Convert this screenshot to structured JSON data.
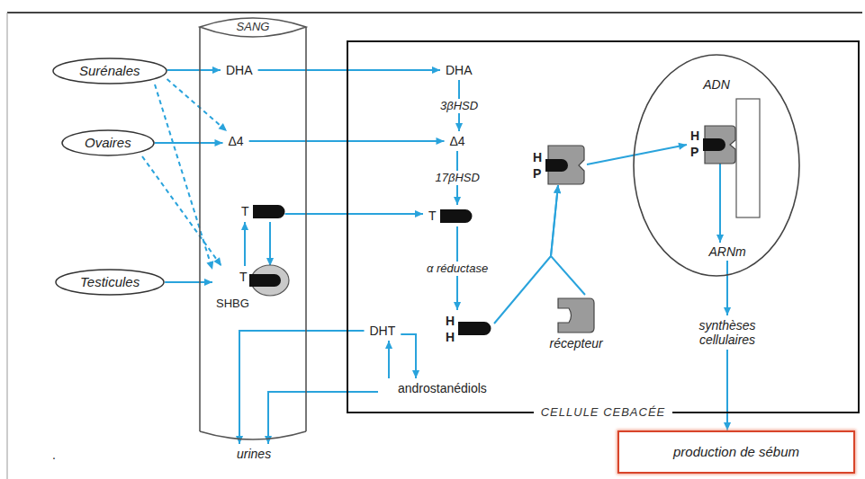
{
  "diagram": {
    "nodes": [
      {
        "text": [
          "SANG"
        ]
      },
      {
        "text": [
          "CELLULE CEBACÉE"
        ]
      },
      {
        "text": [
          "Surénales"
        ]
      },
      {
        "text": [
          "Ovaires"
        ]
      },
      {
        "text": [
          "Testicules"
        ]
      },
      {
        "text": [
          "DHA"
        ],
        "in": 0
      },
      {
        "text": [
          "Δ4"
        ],
        "in": 0
      },
      {
        "text": [
          "T"
        ],
        "in": 0
      },
      {
        "text": [
          "T",
          "SHBG"
        ],
        "in": 0
      },
      {
        "text": [
          "DHA"
        ],
        "in": 1
      },
      {
        "text": [
          "Δ4"
        ],
        "in": 1
      },
      {
        "text": [
          "T"
        ],
        "in": 1
      },
      {
        "text": [
          "H H"
        ],
        "in": 1
      },
      {
        "text": [
          "DHT"
        ],
        "in": 1
      },
      {
        "text": [
          "androstanédiols"
        ],
        "in": 1
      },
      {
        "text": [
          "récepteur"
        ],
        "in": 1
      },
      {
        "text": [
          "H P"
        ],
        "in": 1
      },
      {
        "text": [
          "ADN"
        ],
        "in": 1
      },
      {
        "text": [
          "H P"
        ],
        "in": 17
      },
      {
        "text": [
          "ARNm"
        ],
        "in": 17
      },
      {
        "text": [
          "synthèses cellulaires"
        ],
        "in": 1
      },
      {
        "text": [
          "urines"
        ]
      },
      {
        "text": [
          "production de sébum"
        ]
      }
    ],
    "edges": [
      {
        "from": 2,
        "to": 5,
        "arrow": "to"
      },
      {
        "from": 2,
        "to": 6,
        "arrow": "to"
      },
      {
        "from": 2,
        "to": 8,
        "arrow": "to"
      },
      {
        "from": 3,
        "to": 6,
        "arrow": "to"
      },
      {
        "from": 3,
        "to": 8,
        "arrow": "to"
      },
      {
        "from": 4,
        "to": 8,
        "arrow": "to"
      },
      {
        "from": 8,
        "to": 7,
        "arrow": "to"
      },
      {
        "from": 7,
        "to": 8,
        "arrow": "to"
      },
      {
        "from": 5,
        "to": 9,
        "arrow": "to"
      },
      {
        "from": 6,
        "to": 10,
        "arrow": "to"
      },
      {
        "from": 7,
        "to": 11,
        "arrow": "to"
      },
      {
        "from": 9,
        "to": 10,
        "label": "3βHSD",
        "arrow": "to"
      },
      {
        "from": 10,
        "to": 11,
        "label": "17βHSD",
        "arrow": "to"
      },
      {
        "from": 11,
        "to": 12,
        "label": "α réductase",
        "arrow": "to"
      },
      {
        "from": 12,
        "to": 16,
        "arrow": "to"
      },
      {
        "from": 15,
        "to": 16,
        "arrow": "to"
      },
      {
        "from": 16,
        "to": 18,
        "arrow": "to"
      },
      {
        "from": 18,
        "to": 19,
        "arrow": "to"
      },
      {
        "from": 19,
        "to": 20,
        "arrow": "to"
      },
      {
        "from": 20,
        "to": 22,
        "arrow": "to"
      },
      {
        "from": 13,
        "to": 14,
        "arrow": "to"
      },
      {
        "from": 14,
        "to": 13,
        "arrow": "to"
      },
      {
        "from": 13,
        "to": 21,
        "arrow": "to"
      },
      {
        "from": 14,
        "to": 21,
        "arrow": "to"
      }
    ],
    "labels": [
      "."
    ]
  }
}
